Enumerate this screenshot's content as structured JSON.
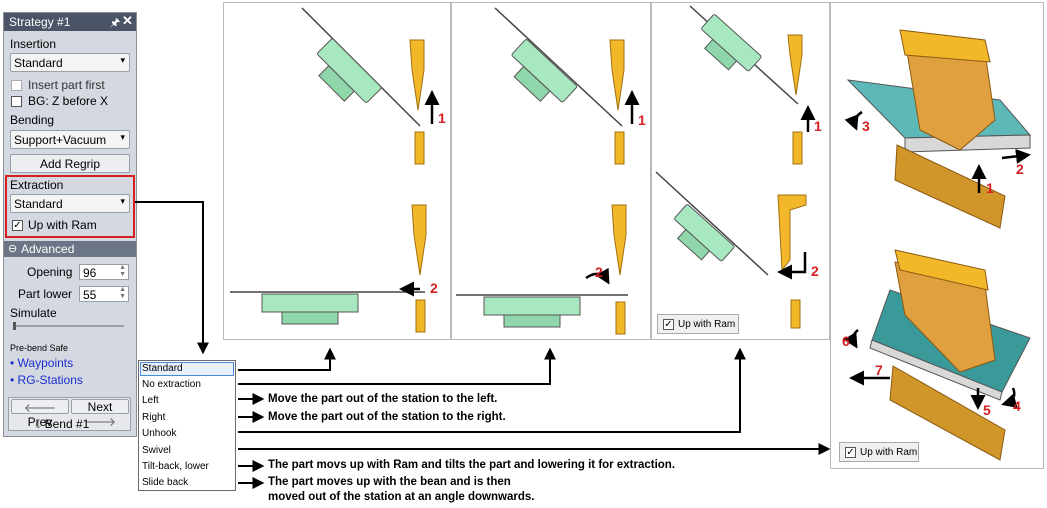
{
  "panel": {
    "title": "Strategy #1",
    "insertion_label": "Insertion",
    "insertion_value": "Standard",
    "insert_part_first": "Insert part first",
    "bg_z_before_x": "BG: Z before X",
    "bending_label": "Bending",
    "bending_value": "Support+Vacuum",
    "add_regrip": "Add Regrip",
    "extraction_label": "Extraction",
    "extraction_value": "Standard",
    "up_with_ram": "Up with Ram",
    "advanced": "Advanced",
    "opening_label": "Opening",
    "opening_value": "96",
    "part_lower_label": "Part lower",
    "part_lower_value": "55",
    "simulate_label": "Simulate",
    "prebend_safe": "Pre-bend Safe",
    "waypoints": "• Waypoints",
    "rg_stations": "• RG-Stations",
    "prev": "Prev",
    "next": "Next",
    "bend": "Bend #1"
  },
  "extraction_options": [
    "Standard",
    "No extraction",
    "Left",
    "Right",
    "Unhook",
    "Swivel",
    "Tilt-back, lower",
    "Slide back"
  ],
  "notes": {
    "left": "Move the part out of the station to the left.",
    "right": "Move the part out of the station to the right.",
    "tilt": "The part movs up with Ram and tilts the part and lowering it for extraction.",
    "slide1": "The part moves up with the bean and is then",
    "slide2": "moved out of the station at an angle downwards."
  },
  "numbers": [
    "1",
    "2",
    "1",
    "2",
    "1",
    "2",
    "3",
    "1",
    "2",
    "6",
    "7",
    "5",
    "4"
  ],
  "up_with_ram_label": "Up with Ram",
  "colors": {
    "highlight_border": "#d42020",
    "number_red": "#d42020",
    "tool_orange": "#f2b829",
    "part_green": "#a8e8c0",
    "link_blue": "#1a2fd0"
  }
}
